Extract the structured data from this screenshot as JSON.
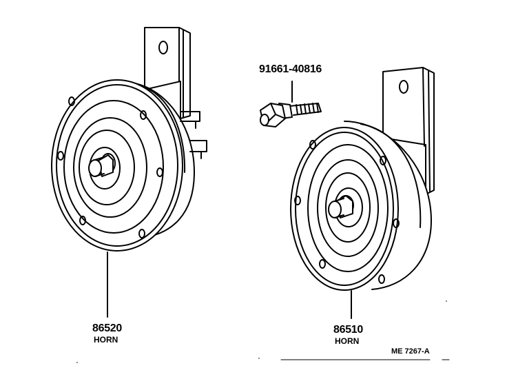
{
  "diagram": {
    "parts": [
      {
        "number": "86520",
        "name": "HORN"
      },
      {
        "number": "86510",
        "name": "HORN"
      },
      {
        "number": "91661-40816",
        "name": ""
      }
    ],
    "drawing_code": "ME 7267-A"
  },
  "colors": {
    "ink": "#000000",
    "paper": "#ffffff"
  }
}
